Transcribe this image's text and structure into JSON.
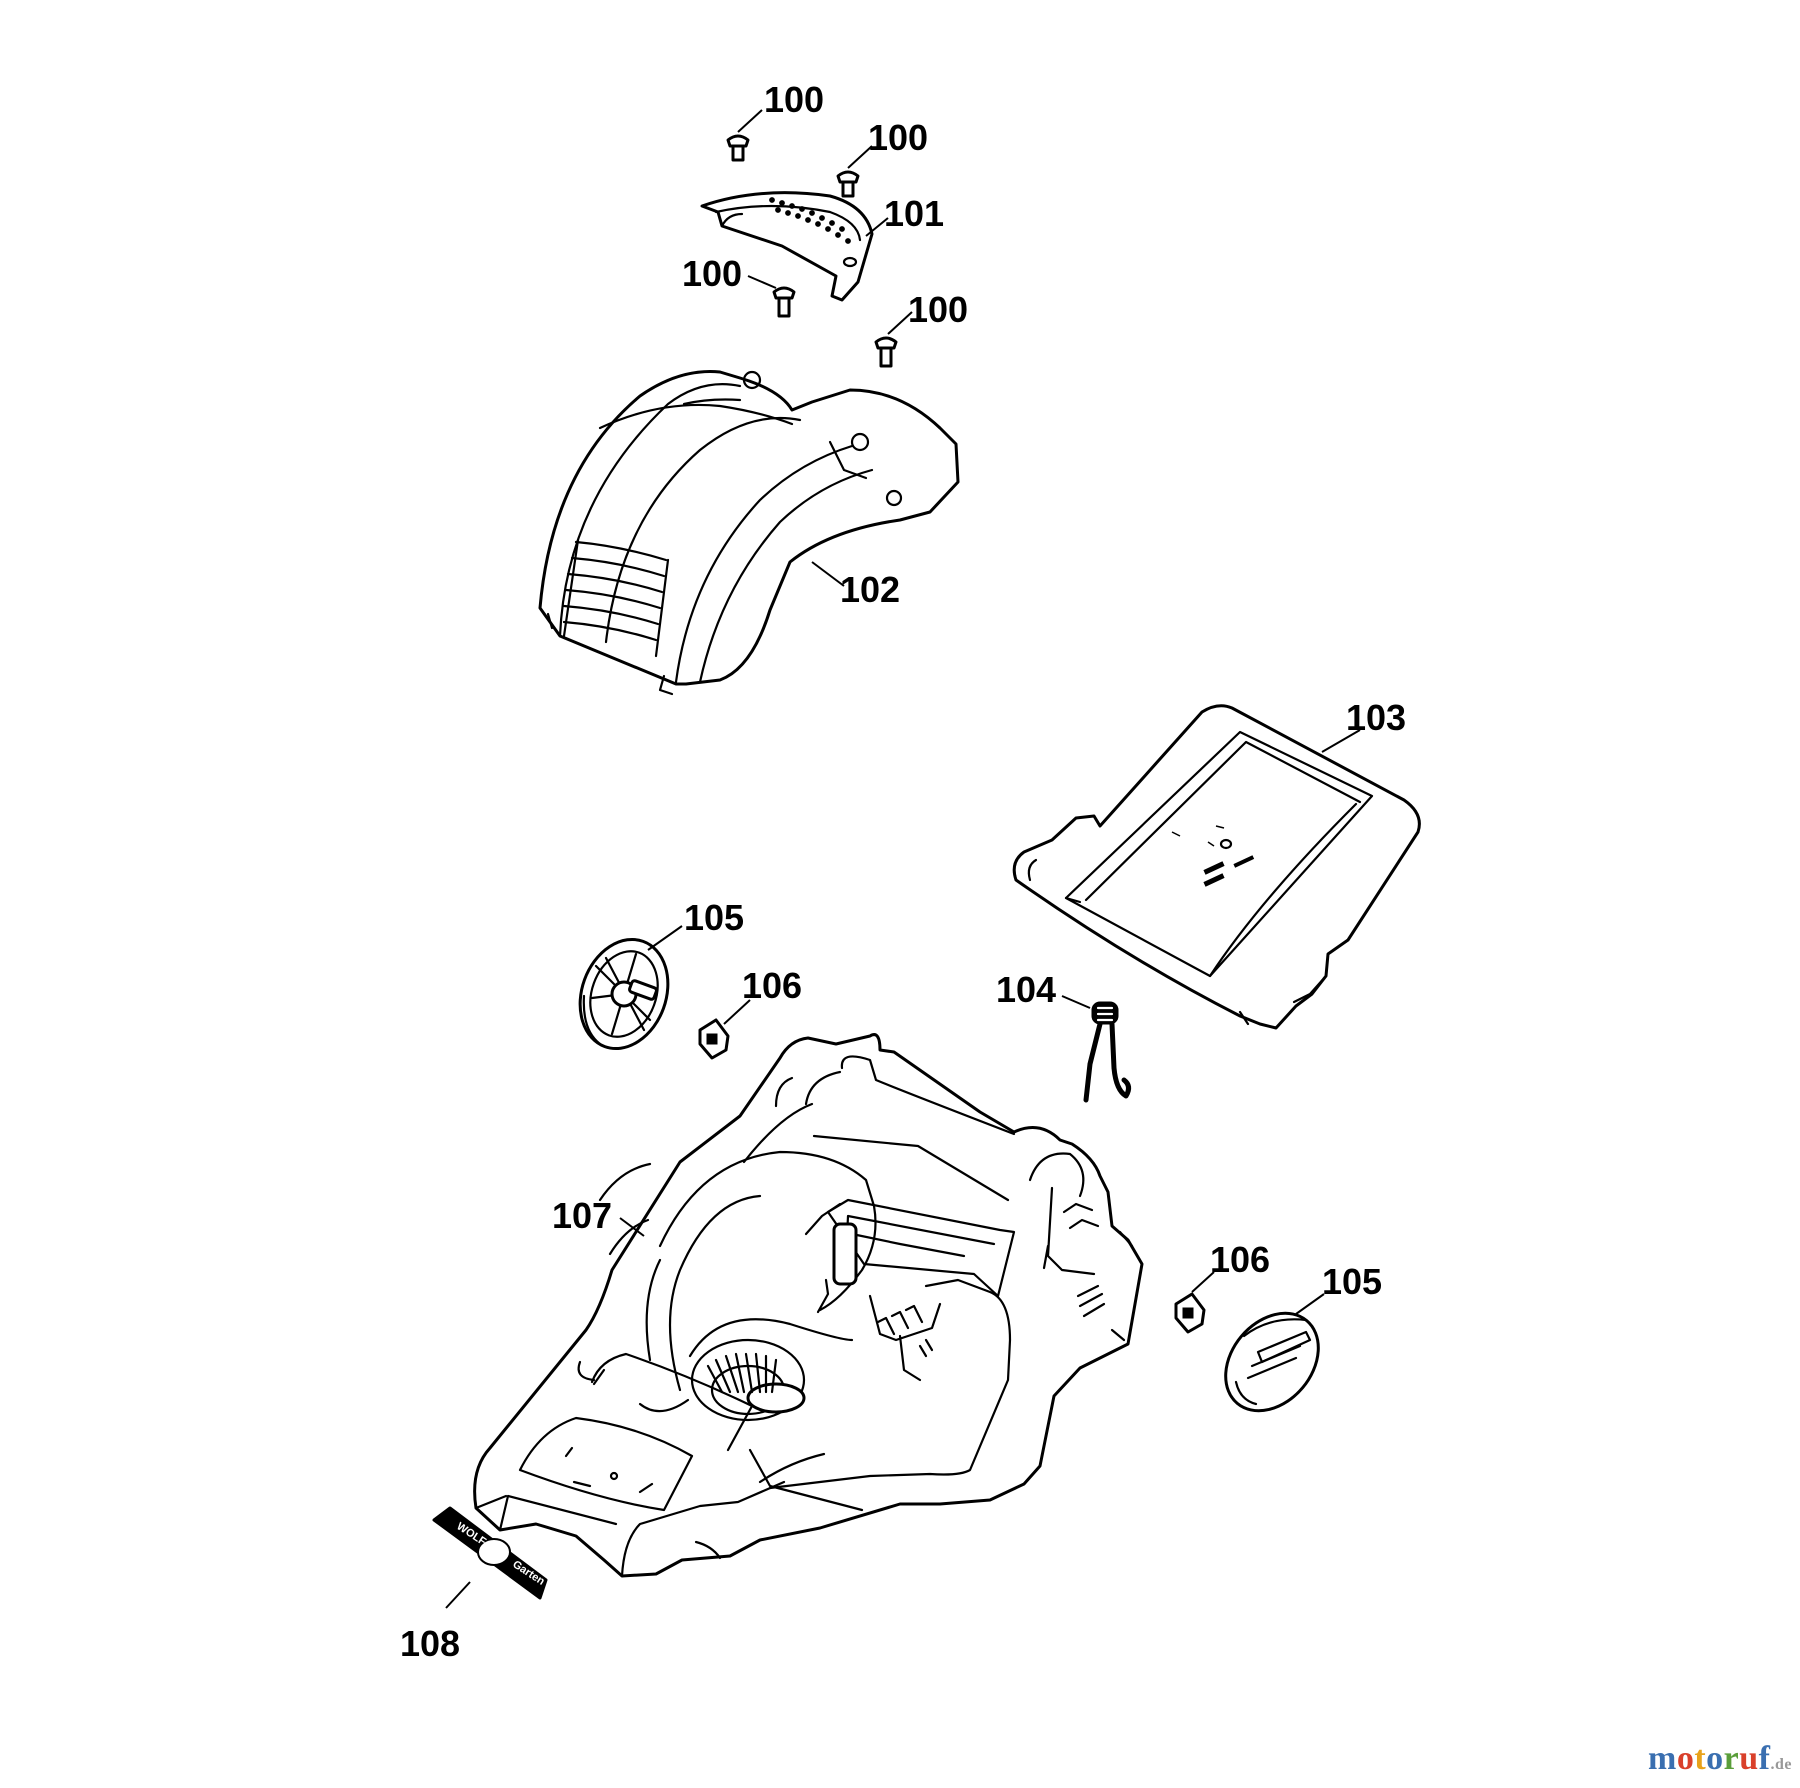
{
  "callouts": {
    "c100a": "100",
    "c100b": "100",
    "c100c": "100",
    "c100d": "100",
    "c101": "101",
    "c102": "102",
    "c103": "103",
    "c104": "104",
    "c105a": "105",
    "c105b": "105",
    "c106a": "106",
    "c106b": "106",
    "c107": "107",
    "c108": "108"
  },
  "badge": {
    "left": "WOLF",
    "right": "Garten"
  },
  "watermark": {
    "letters": [
      "m",
      "o",
      "t",
      "o",
      "r",
      "u",
      "f"
    ],
    "letter_colors": [
      "#3a6fb0",
      "#d9402b",
      "#e8a21b",
      "#3a6fb0",
      "#5a9e3a",
      "#d9402b",
      "#3a6fb0"
    ],
    "tld": ".de"
  },
  "colors": {
    "line": "#000000",
    "background": "#ffffff"
  }
}
